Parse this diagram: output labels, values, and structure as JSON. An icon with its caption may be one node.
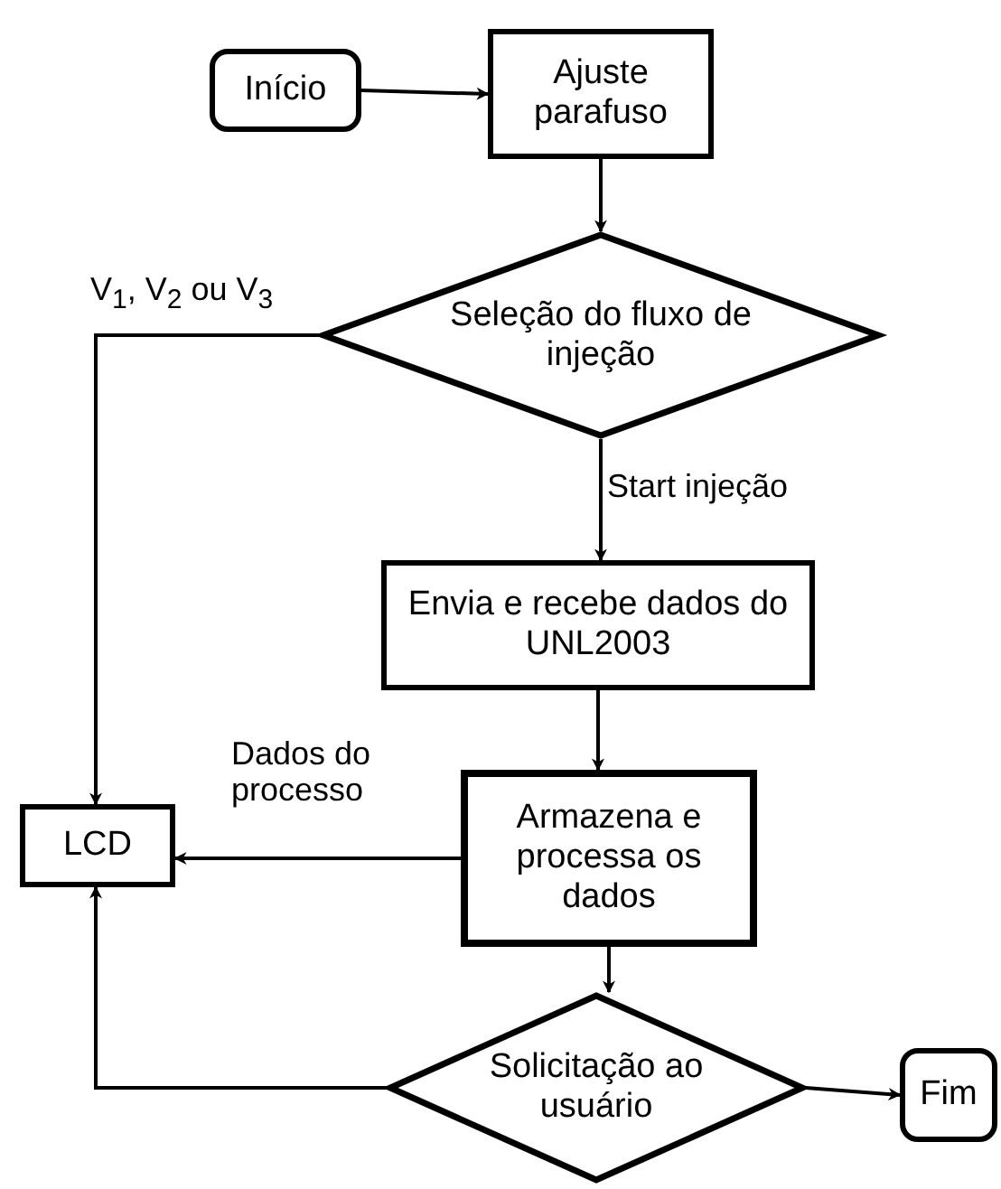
{
  "diagram": {
    "nodes": [
      {
        "text": [
          "Início"
        ]
      },
      {
        "text": [
          "Ajuste parafuso"
        ]
      },
      {
        "text": [
          "Seleção do fluxo de injeção"
        ]
      },
      {
        "text": [
          "Envia e recebe dados do UNL2003"
        ]
      },
      {
        "text": [
          "Armazena e processa os dados"
        ]
      },
      {
        "text": [
          "LCD"
        ]
      },
      {
        "text": [
          "Solicitação ao usuário"
        ]
      },
      {
        "text": [
          "Fim"
        ]
      }
    ],
    "edges": [
      {
        "from": 0,
        "to": 1,
        "arrow": "to"
      },
      {
        "from": 1,
        "to": 2,
        "arrow": "to"
      },
      {
        "from": 2,
        "to": 3,
        "arrow": "to",
        "label": "Start injeção"
      },
      {
        "from": 2,
        "to": 5,
        "arrow": "to",
        "label": "V$_{1}$, V$_{2}$ ou V$_{3}$"
      },
      {
        "from": 3,
        "to": 4,
        "arrow": "to"
      },
      {
        "from": 4,
        "to": 5,
        "arrow": "to",
        "label": "Dados do processo"
      },
      {
        "from": 4,
        "to": 6,
        "arrow": "to"
      },
      {
        "from": 6,
        "to": 5,
        "arrow": "to"
      },
      {
        "from": 6,
        "to": 7,
        "arrow": "to"
      }
    ]
  }
}
